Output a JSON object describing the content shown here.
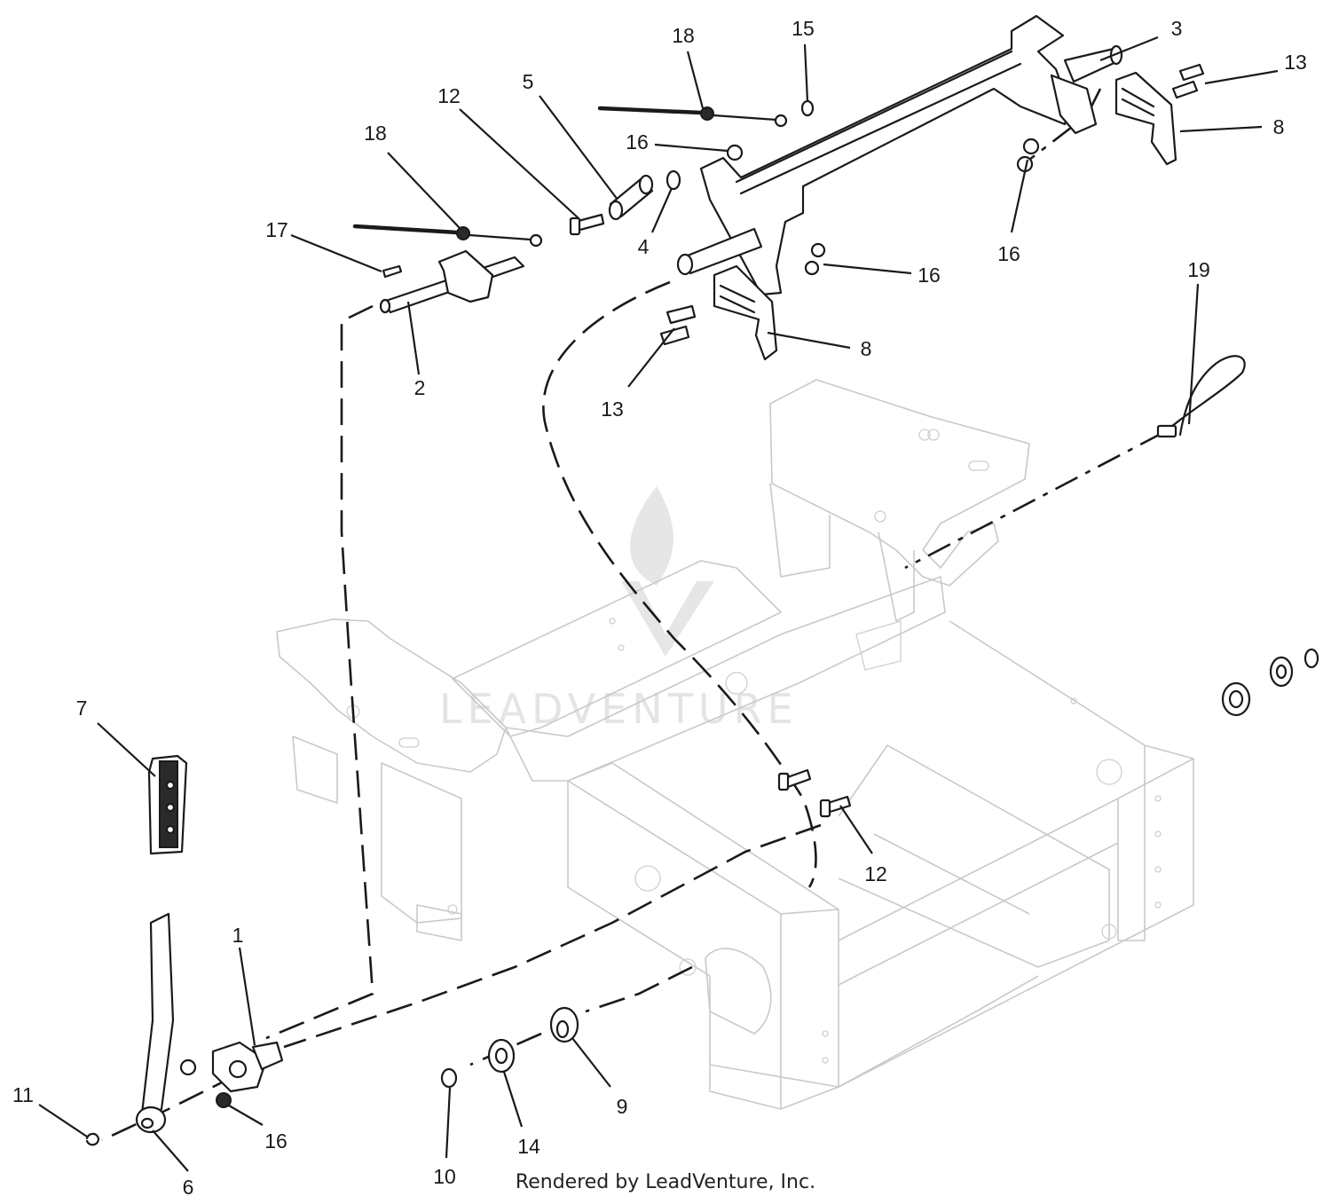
{
  "watermark": {
    "text": "LEADVENTURE"
  },
  "credit": "Rendered by LeadVenture, Inc.",
  "callouts": [
    {
      "id": "c18a",
      "label": "18"
    },
    {
      "id": "c15",
      "label": "15"
    },
    {
      "id": "c3",
      "label": "3"
    },
    {
      "id": "c13a",
      "label": "13"
    },
    {
      "id": "c8a",
      "label": "8"
    },
    {
      "id": "c12a",
      "label": "12"
    },
    {
      "id": "c5",
      "label": "5"
    },
    {
      "id": "c16a",
      "label": "16"
    },
    {
      "id": "c18b",
      "label": "18"
    },
    {
      "id": "c4",
      "label": "4"
    },
    {
      "id": "c16b",
      "label": "16"
    },
    {
      "id": "c17",
      "label": "17"
    },
    {
      "id": "c16c",
      "label": "16"
    },
    {
      "id": "c2",
      "label": "2"
    },
    {
      "id": "c8b",
      "label": "8"
    },
    {
      "id": "c13b",
      "label": "13"
    },
    {
      "id": "c19",
      "label": "19"
    },
    {
      "id": "c7",
      "label": "7"
    },
    {
      "id": "c12b",
      "label": "12"
    },
    {
      "id": "c1",
      "label": "1"
    },
    {
      "id": "c11",
      "label": "11"
    },
    {
      "id": "c16d",
      "label": "16"
    },
    {
      "id": "c6",
      "label": "6"
    },
    {
      "id": "c10",
      "label": "10"
    },
    {
      "id": "c14",
      "label": "14"
    },
    {
      "id": "c9",
      "label": "9"
    }
  ]
}
